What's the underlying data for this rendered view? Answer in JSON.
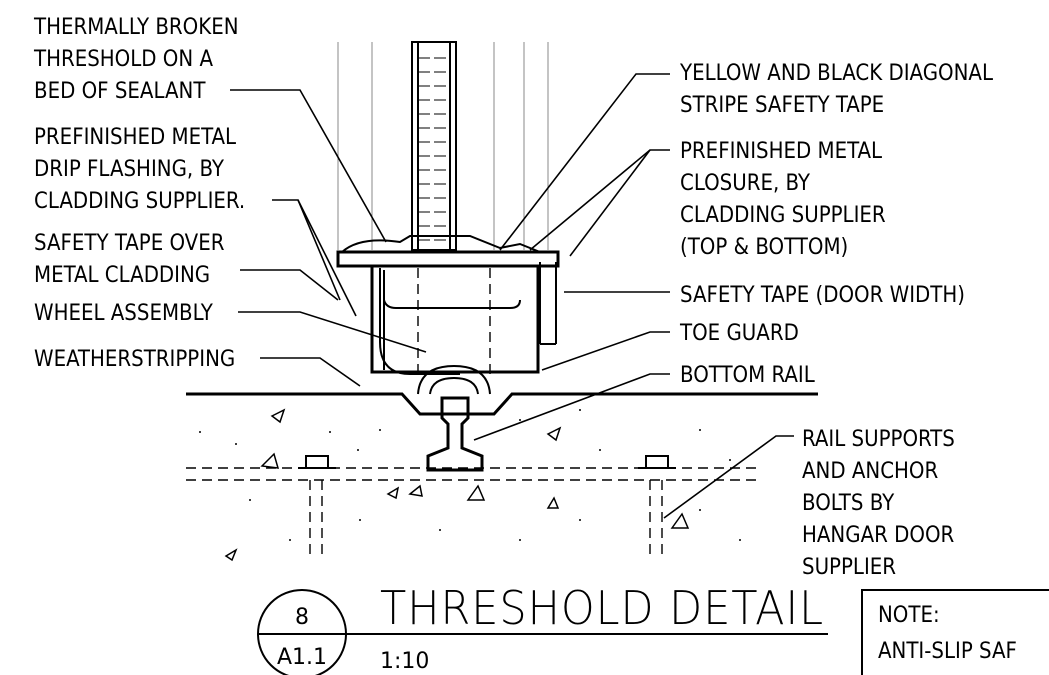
{
  "labels": {
    "left": [
      [
        "THERMALLY BROKEN",
        "THRESHOLD ON A",
        "BED OF SEALANT"
      ],
      [
        "PREFINISHED METAL",
        "DRIP FLASHING, BY",
        "CLADDING SUPPLIER."
      ],
      [
        "SAFETY TAPE OVER",
        "METAL CLADDING"
      ],
      [
        "WHEEL ASSEMBLY"
      ],
      [
        "WEATHERSTRIPPING"
      ]
    ],
    "right": [
      [
        "YELLOW AND BLACK DIAGONAL",
        "STRIPE SAFETY TAPE"
      ],
      [
        "PREFINISHED METAL",
        "CLOSURE, BY",
        "CLADDING SUPPLIER",
        "(TOP & BOTTOM)"
      ],
      [
        "SAFETY TAPE (DOOR WIDTH)"
      ],
      [
        "TOE GUARD"
      ],
      [
        "BOTTOM RAIL"
      ],
      [
        "RAIL SUPPORTS",
        "AND ANCHOR",
        "BOLTS BY",
        "HANGAR DOOR",
        "SUPPLIER"
      ]
    ]
  },
  "title_block": {
    "title": "THRESHOLD DETAIL",
    "scale": "1:10",
    "detail_number": "8",
    "sheet": "A1.1"
  },
  "note": {
    "heading": "NOTE:",
    "line1": "ANTI-SLIP SAF"
  }
}
